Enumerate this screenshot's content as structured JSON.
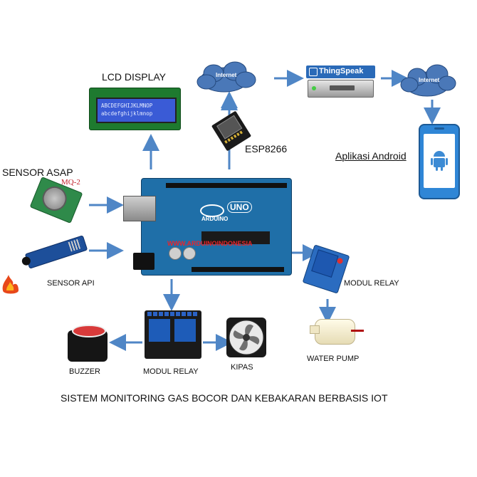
{
  "labels": {
    "lcd_display": "LCD DISPLAY",
    "lcd_line1": "ABCDEFGHIJKLMNOP",
    "lcd_line2": "abcdefghijklmnop",
    "internet_left": "Internet",
    "internet_right": "Internet",
    "thingspeak": "ThingSpeak",
    "esp8266": "ESP8266",
    "android_app": "Aplikasi Android",
    "sensor_asap": "SENSOR ASAP",
    "mq2": "MQ-2",
    "sensor_api": "SENSOR API",
    "arduino": "ARDUINO",
    "uno": "UNO",
    "watermark": "WWW.ARDUINOINDONESIA",
    "modul_relay_right": "MODUL RELAY",
    "water_pump": "WATER PUMP",
    "buzzer": "BUZZER",
    "modul_relay_bottom": "MODUL RELAY",
    "kipas": "KIPAS",
    "caption": "SISTEM MONITORING  GAS BOCOR  DAN  KEBAKARAN  BERBASIS  IOT"
  },
  "colors": {
    "arrow": "#4f86c6",
    "arduino_board": "#1f6fa8",
    "lcd_screen": "#3a5bd6",
    "cloud": "#3e6fb0",
    "relay": "#1c5fb4",
    "sensor_board": "#2f8a4a"
  }
}
